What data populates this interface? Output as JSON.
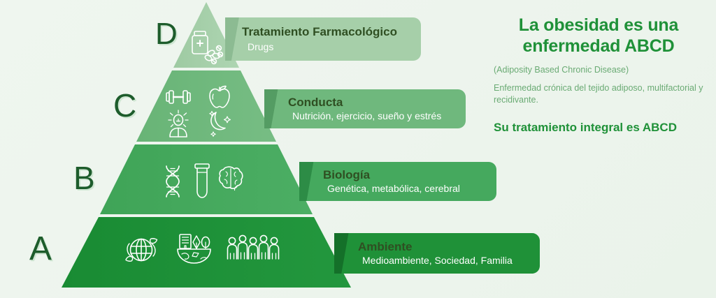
{
  "background_color": "#eef5ee",
  "pyramid": {
    "title_semantic": "abcd-obesity-pyramid",
    "tiers": [
      {
        "letter": "D",
        "title": "Tratamiento Farmacológico",
        "subtitle": "Drugs",
        "color": "#a6cfa9",
        "icons": [
          "pill-bottle-icon"
        ]
      },
      {
        "letter": "C",
        "title": "Conducta",
        "subtitle": "Nutrición, ejercicio, sueño y estrés",
        "color": "#6fb87d",
        "icons": [
          "dumbbell-icon",
          "apple-icon",
          "stress-person-icon",
          "moon-stars-icon"
        ]
      },
      {
        "letter": "B",
        "title": "Biología",
        "subtitle": "Genética, metabólica, cerebral",
        "color": "#45a95e",
        "icons": [
          "dna-helix-icon",
          "test-tube-icon",
          "brain-icon"
        ]
      },
      {
        "letter": "A",
        "title": "Ambiente",
        "subtitle": "Medioambiente, Sociedad, Familia",
        "color": "#1f9138",
        "icons": [
          "globe-recycle-icon",
          "city-nature-icon",
          "crowd-people-icon"
        ]
      }
    ]
  },
  "text_panel": {
    "headline": "La obesidad es una enfermedad ABCD",
    "subtitle_en": "(Adiposity Based Chronic Disease)",
    "description": "Enfermedad crónica del tejido adiposo, multifactorial y recidivante.",
    "treatment": "Su tratamiento integral es ABCD",
    "accent_color": "#1f9138",
    "muted_color": "#6aab74"
  }
}
